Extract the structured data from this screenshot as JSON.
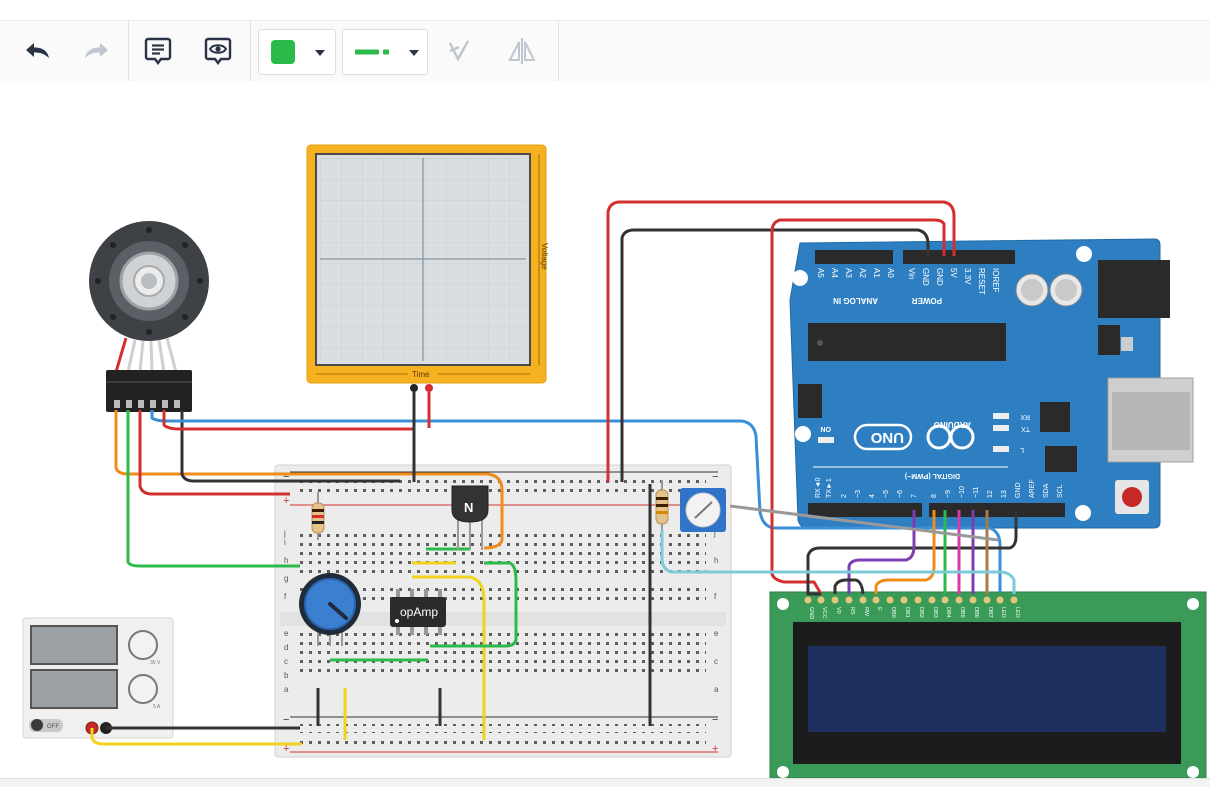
{
  "toolbar": {
    "undo_icon": "undo-arrow-icon",
    "redo_icon": "redo-arrow-icon",
    "notes_icon": "notes-icon",
    "visibility_icon": "eye-icon",
    "wire_color": "#2cbb4a",
    "wire_style_icon": "line-style-icon",
    "rotate_icon": "rotate-icon",
    "mirror_icon": "mirror-icon"
  },
  "oscilloscope": {
    "x_label": "Time",
    "y_label": "Voltage"
  },
  "breadboard": {
    "transistor_label": "N",
    "opamp_label": "opAmp",
    "rail_minus": "−",
    "rail_plus": "+",
    "row_letters_top": [
      "j",
      "i",
      "h",
      "g",
      "f"
    ],
    "row_letters_bottom": [
      "e",
      "d",
      "c",
      "b",
      "a"
    ]
  },
  "arduino": {
    "model": "UNO",
    "brand": "ARDUINO",
    "analog_label": "ANALOG IN",
    "power_label": "POWER",
    "digital_label": "DIGITAL (PWM~)",
    "on_label": "ON",
    "tx_label": "TX",
    "rx_label": "RX",
    "l_label": "L",
    "analog_pins": [
      "A5",
      "A4",
      "A3",
      "A2",
      "A1",
      "A0"
    ],
    "power_pins": [
      "Vin",
      "GND",
      "GND",
      "5V",
      "3.3V",
      "RESET",
      "IOREF"
    ],
    "digital_pins": [
      "RX◄0",
      "TX►1",
      "2",
      "~3",
      "4",
      "~5",
      "~6",
      "7",
      "8",
      "~9",
      "~10",
      "~11",
      "12",
      "13",
      "GND",
      "AREF",
      "SDA",
      "SCL"
    ]
  },
  "lcd": {
    "pins": [
      "GND",
      "VCC",
      "V0",
      "RS",
      "RW",
      "E",
      "DB0",
      "DB1",
      "DB2",
      "DB3",
      "DB4",
      "DB5",
      "DB6",
      "DB7",
      "LED",
      "LED"
    ]
  },
  "power_supply": {
    "off_label": "OFF",
    "volts_label": "30 V",
    "amps_label": "5 A"
  }
}
